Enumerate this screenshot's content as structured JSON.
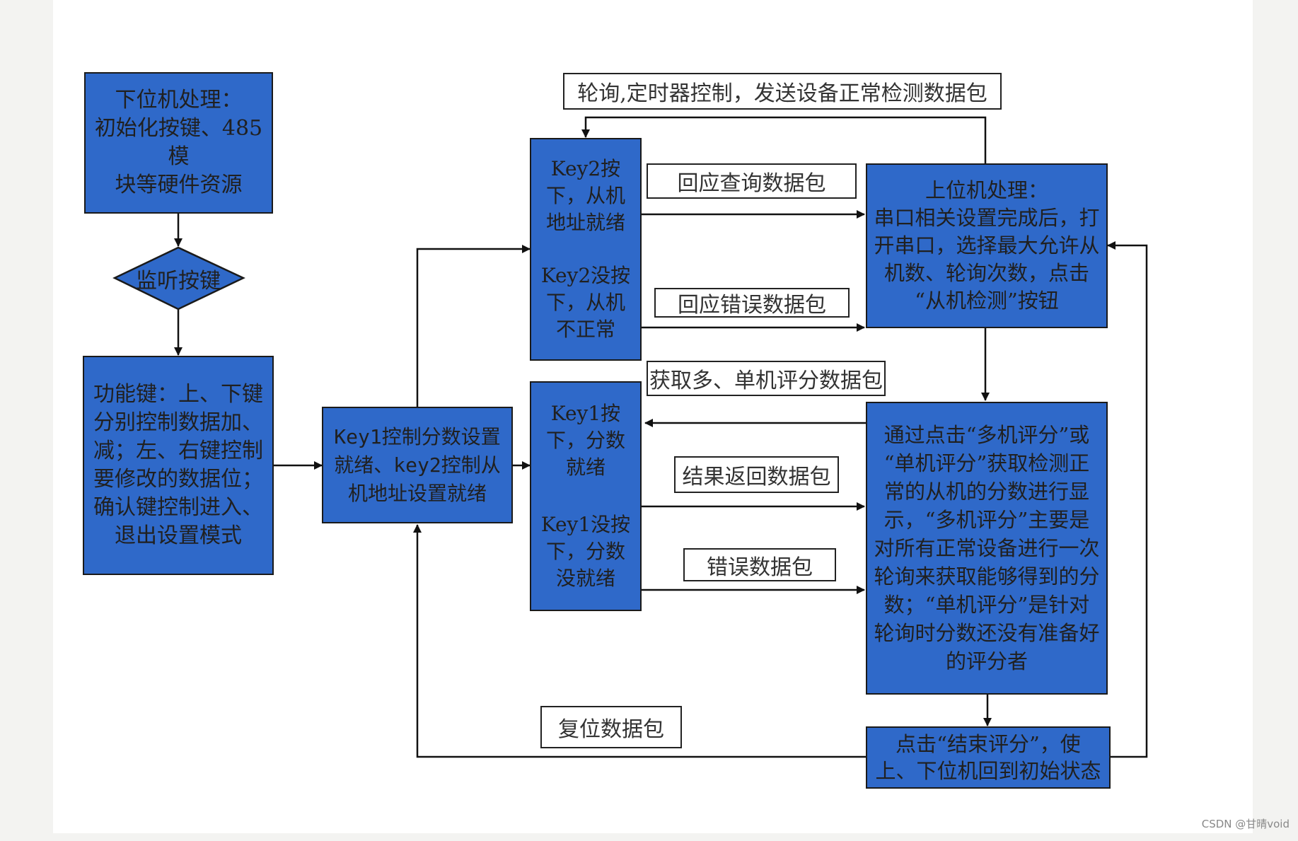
{
  "nodes": {
    "lower_init": "下位机处理：\n初始化按键、485模\n块等硬件资源",
    "listen_keys": "监听按键",
    "function_keys": "功能键：上、下键\n分别控制数据加、\n减；左、右键控制\n要修改的数据位；\n确认键控制进入、\n退出设置模式",
    "key1_key2_ready": "Key1控制分数设置\n就绪、key2控制从\n机地址设置就绪",
    "key2_pressed": "Key2按\n下，从机\n地址就绪",
    "key2_not_pressed": "Key2没按\n下，从机\n不正常",
    "key1_pressed": "Key1按\n下，分数\n就绪",
    "key1_not_pressed": "Key1没按\n下，分数\n没就绪",
    "upper_process": "上位机处理：\n串口相关设置完成后，打\n开串口，选择最大允许从\n机数、轮询次数，点击\n“从机检测”按钮",
    "scoring": "通过点击“多机评分”或\n“单机评分”获取检测正\n常的从机的分数进行显\n示，“多机评分”主要是\n对所有正常设备进行一次\n轮询来获取能够得到的分\n数；“单机评分”是针对\n轮询时分数还没有准备好\n的评分者",
    "end_scoring": "点击“结束评分”，使\n上、下位机回到初始状态"
  },
  "labels": {
    "polling": "轮询,定时器控制，发送设备正常检测数据包",
    "reply_query": "回应查询数据包",
    "reply_error": "回应错误数据包",
    "get_scores": "获取多、单机评分数据包",
    "result_return": "结果返回数据包",
    "error_packet": "错误数据包",
    "reset_packet": "复位数据包"
  },
  "watermark": "CSDN @甘晴void",
  "colors": {
    "box_fill": "#2f69c9",
    "box_border": "#1a1a1a",
    "arrow": "#111111",
    "label_border": "#222222"
  }
}
